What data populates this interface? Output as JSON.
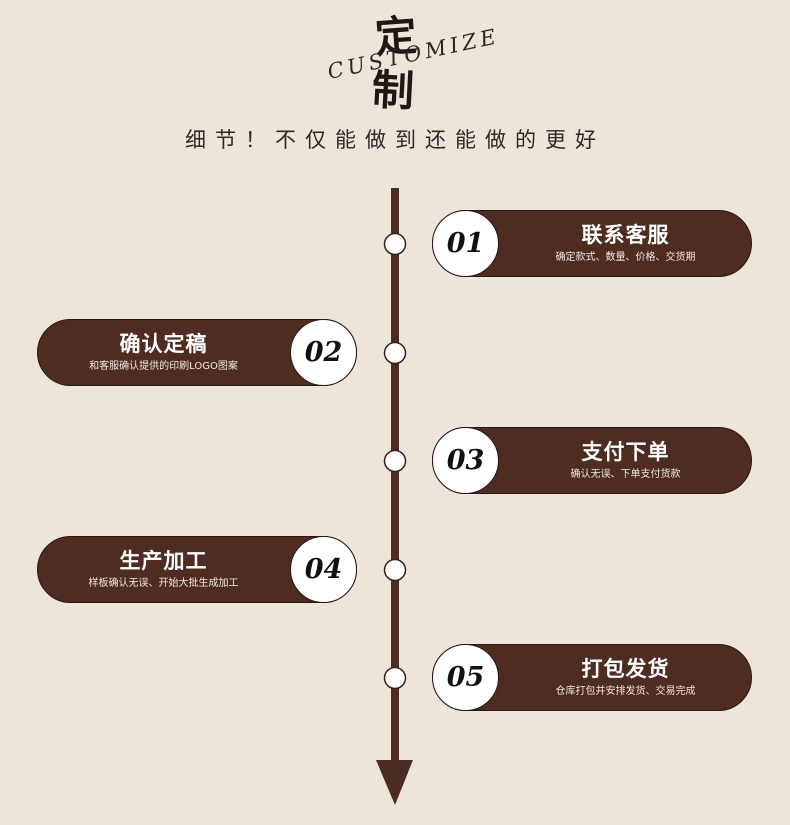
{
  "header": {
    "char_top": "定",
    "char_bottom": "制",
    "script_text": "CUSTOMIZE",
    "subtitle": "细节！不仅能做到还能做的更好"
  },
  "steps": [
    {
      "number": "01",
      "title": "联系客服",
      "desc": "确定款式、数量、价格、交货期"
    },
    {
      "number": "02",
      "title": "确认定稿",
      "desc": "和客服确认提供的印刷LOGO图案"
    },
    {
      "number": "03",
      "title": "支付下单",
      "desc": "确认无误、下单支付货款"
    },
    {
      "number": "04",
      "title": "生产加工",
      "desc": "样板确认无误、开始大批生成加工"
    },
    {
      "number": "05",
      "title": "打包发货",
      "desc": "仓库打包并安排发货、交易完成"
    }
  ],
  "colors": {
    "background": "#ede4da",
    "accent_brown": "#4f2c22",
    "timeline": "#4b2c24",
    "text_dark": "#2f2826"
  },
  "icons": {
    "timeline_end": "arrow-down-icon",
    "timeline_node": "circle-node-icon"
  }
}
